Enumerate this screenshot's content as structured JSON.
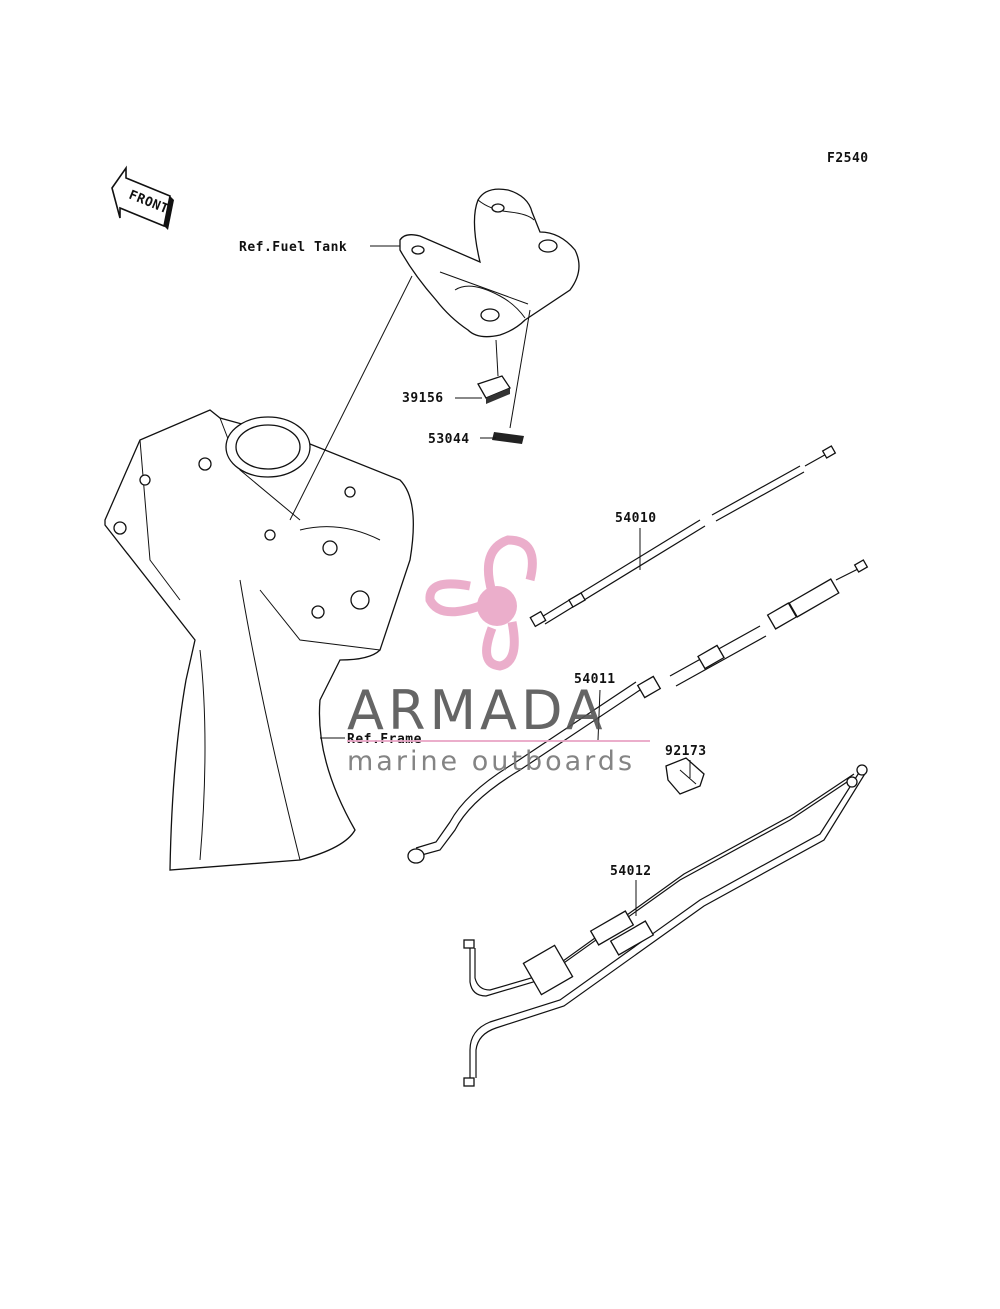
{
  "diagram_code": "F2540",
  "front_label": "FRONT",
  "references": {
    "fuel_tank": "Ref.Fuel Tank",
    "frame": "Ref.Frame"
  },
  "parts": [
    {
      "id": "39156"
    },
    {
      "id": "53044"
    },
    {
      "id": "54010"
    },
    {
      "id": "54011"
    },
    {
      "id": "92173"
    },
    {
      "id": "54012"
    }
  ],
  "watermark": {
    "brand": "ARMADA",
    "tagline": "marine outboards",
    "logo_color": "#e9a6c6"
  }
}
